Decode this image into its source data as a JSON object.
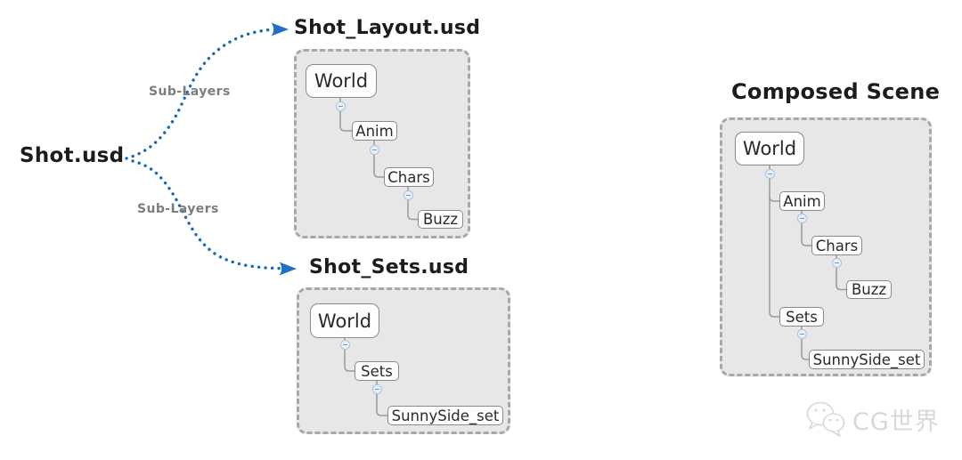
{
  "root": {
    "label": "Shot.usd"
  },
  "arrows": {
    "top": {
      "label": "Sub-Layers"
    },
    "bottom": {
      "label": "Sub-Layers"
    }
  },
  "panels": {
    "layout": {
      "title": "Shot_Layout.usd",
      "nodes": {
        "world": "World",
        "anim": "Anim",
        "chars": "Chars",
        "buzz": "Buzz"
      }
    },
    "sets": {
      "title": "Shot_Sets.usd",
      "nodes": {
        "world": "World",
        "sets": "Sets",
        "sunnyside_set": "SunnySide_set"
      }
    },
    "composed": {
      "title": "Composed Scene",
      "nodes": {
        "world": "World",
        "anim": "Anim",
        "chars": "Chars",
        "buzz": "Buzz",
        "sets": "Sets",
        "sunnyside_set": "SunnySide_set"
      }
    }
  },
  "watermark": {
    "text": "CG世界"
  },
  "colors": {
    "arrow_blue": "#1b67b5",
    "arrowhead_blue": "#1f6fc4",
    "panel_bg": "#e7e7e7",
    "panel_border": "#a8a8a8",
    "node_border": "#8a8a8a",
    "connector_gray": "#9a9a9a",
    "sublayer_gray": "#7d7d7d",
    "title_dark": "#1c1c1c",
    "watermark_gray": "#d8d8d8"
  }
}
